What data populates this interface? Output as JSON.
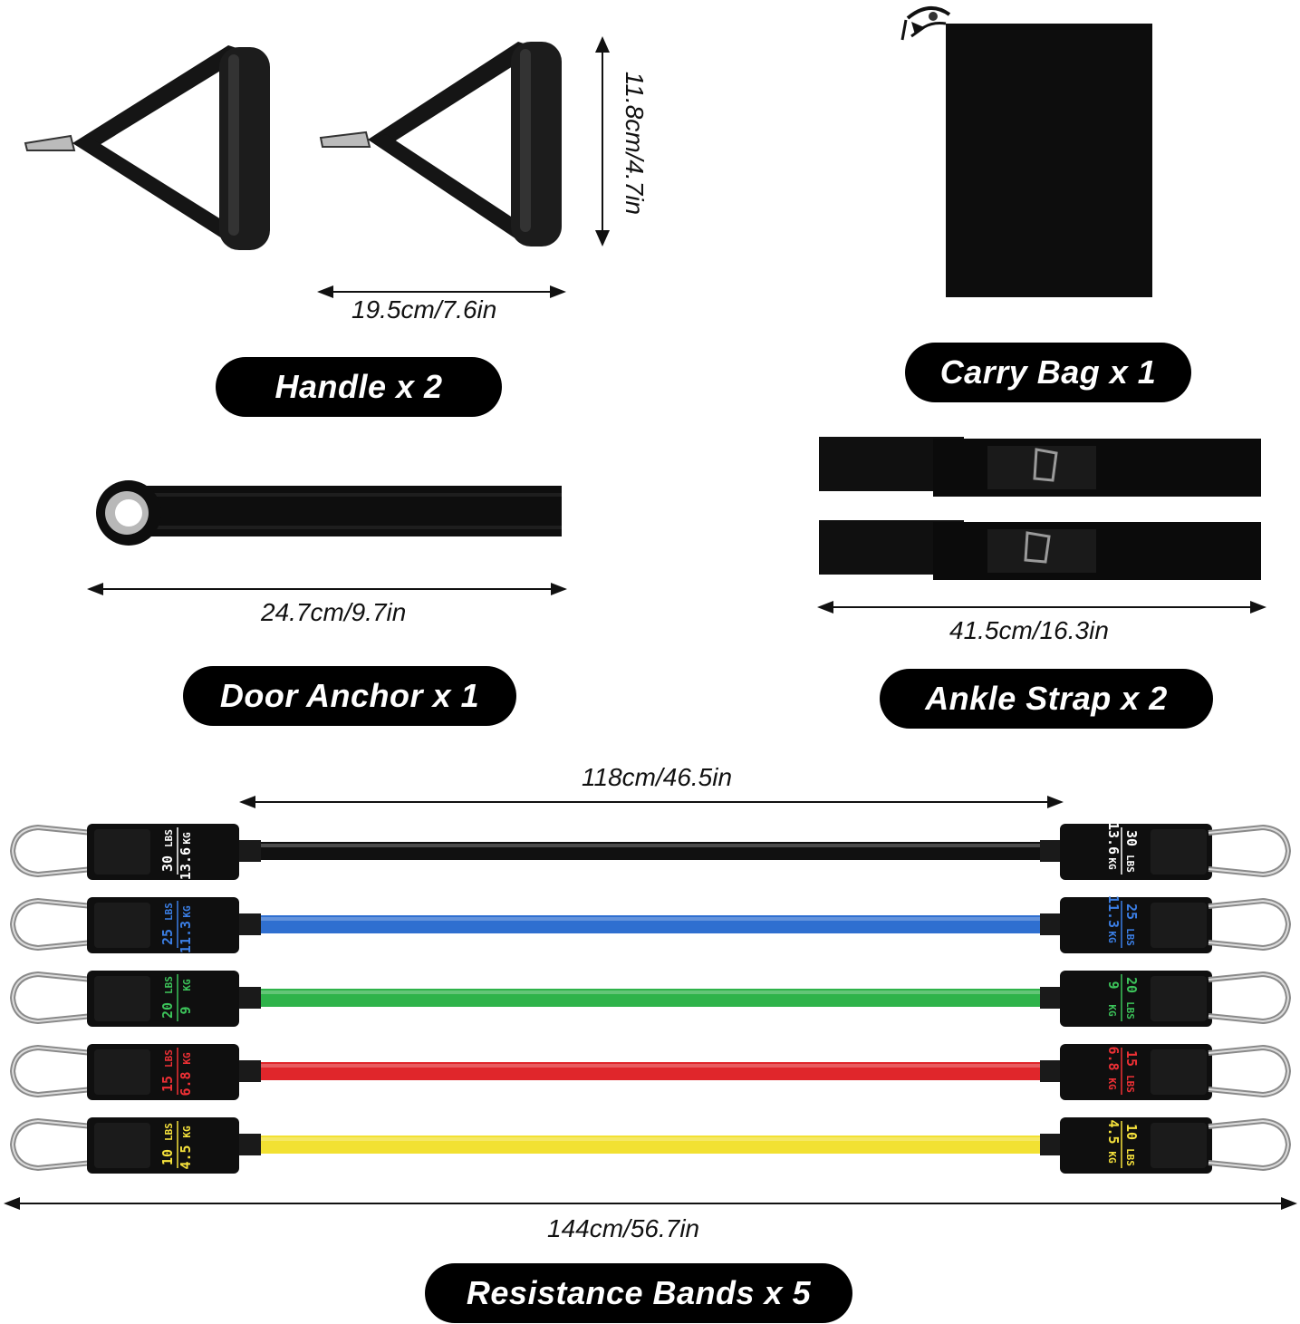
{
  "handle": {
    "label": "Handle x 2",
    "width_dim": "19.5cm/7.6in",
    "height_dim": "11.8cm/4.7in"
  },
  "carry_bag": {
    "label": "Carry Bag x 1"
  },
  "door_anchor": {
    "label": "Door Anchor x 1",
    "length_dim": "24.7cm/9.7in"
  },
  "ankle_strap": {
    "label": "Ankle Strap x 2",
    "length_dim": "41.5cm/16.3in"
  },
  "resistance_bands": {
    "label": "Resistance Bands x 5",
    "tube_length_dim": "118cm/46.5in",
    "total_length_dim": "144cm/56.7in",
    "unit_lbs": "LBS",
    "unit_kg": "KG",
    "bands": [
      {
        "lbs": "30",
        "kg": "13.6",
        "color": "#111111",
        "text_color": "#ffffff"
      },
      {
        "lbs": "25",
        "kg": "11.3",
        "color": "#2f6fd0",
        "text_color": "#3b7fe6"
      },
      {
        "lbs": "20",
        "kg": "9",
        "color": "#2fb34a",
        "text_color": "#3cc35a"
      },
      {
        "lbs": "15",
        "kg": "6.8",
        "color": "#e0262b",
        "text_color": "#ee3035"
      },
      {
        "lbs": "10",
        "kg": "4.5",
        "color": "#f2e132",
        "text_color": "#f6e23c"
      }
    ]
  }
}
